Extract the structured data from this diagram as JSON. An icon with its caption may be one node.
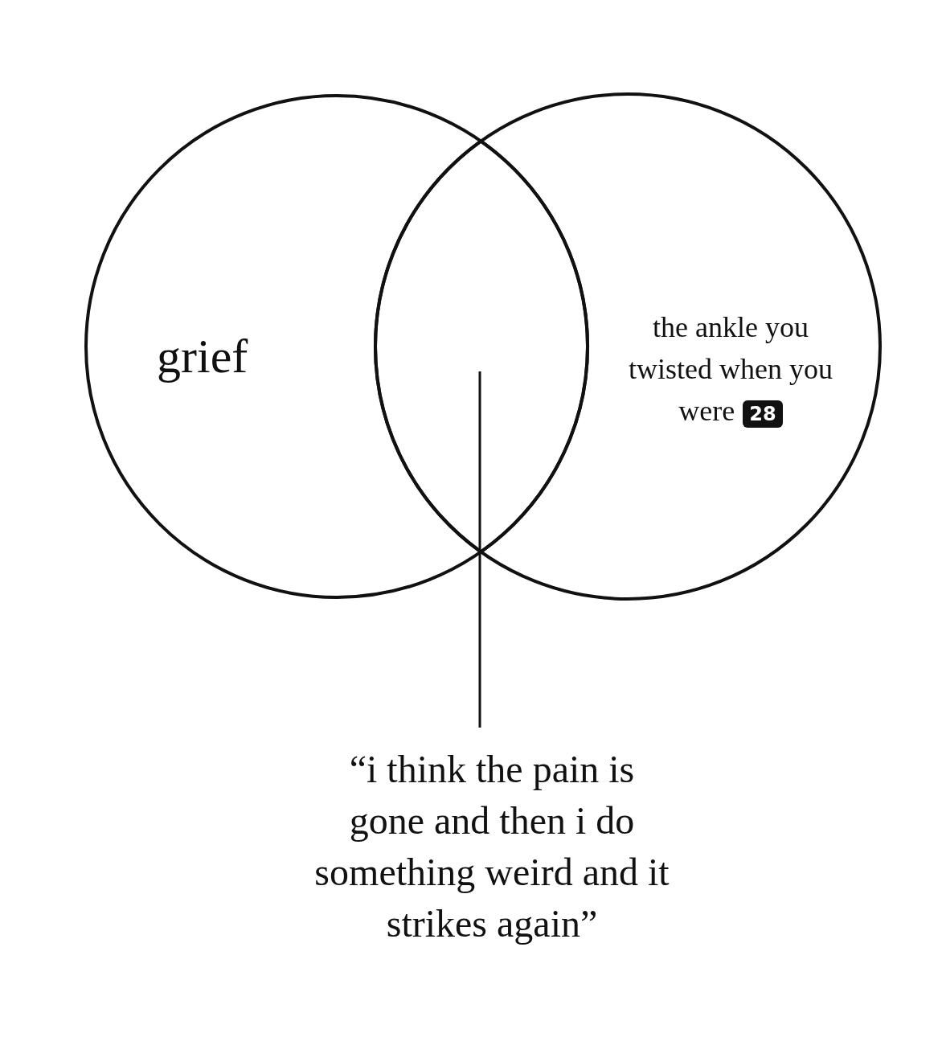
{
  "diagram": {
    "nodes": [
      {
        "text": [
          "grief"
        ]
      },
      {
        "text": [
          "the ankle you twisted when you were",
          "28"
        ]
      },
      {
        "text": [
          "“i think the pain is gone and then i do something weird and it strikes again”"
        ]
      },
      {
        "text": [],
        "shape": "lens"
      }
    ],
    "edges": [
      {
        "from": 2,
        "to": 3,
        "arrow": "none"
      }
    ]
  }
}
